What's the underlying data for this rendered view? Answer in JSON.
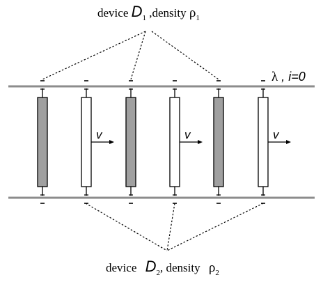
{
  "top_label": {
    "prefix": "device ",
    "symbol": "D",
    "symbol_sub": "1",
    "middle": " ,density ",
    "greek": "ρ",
    "greek_sub": "1"
  },
  "bottom_label": {
    "prefix": "device ",
    "symbol": "D",
    "symbol_sub": "2",
    "middle": ", density ",
    "greek": "ρ",
    "greek_sub": "2"
  },
  "rail_label": {
    "lambda": "λ",
    "rest": " , i=0"
  },
  "velocity_label": "v",
  "colors": {
    "rail": "#8c8c8c",
    "shaded_device": "#a0a0a0",
    "open_device": "#ffffff",
    "stroke": "#000000"
  },
  "devices": [
    {
      "type": "D1",
      "shaded": true,
      "has_velocity": false
    },
    {
      "type": "D2",
      "shaded": false,
      "has_velocity": true
    },
    {
      "type": "D1",
      "shaded": true,
      "has_velocity": false
    },
    {
      "type": "D2",
      "shaded": false,
      "has_velocity": true
    },
    {
      "type": "D1",
      "shaded": true,
      "has_velocity": false
    },
    {
      "type": "D2",
      "shaded": false,
      "has_velocity": true
    }
  ]
}
